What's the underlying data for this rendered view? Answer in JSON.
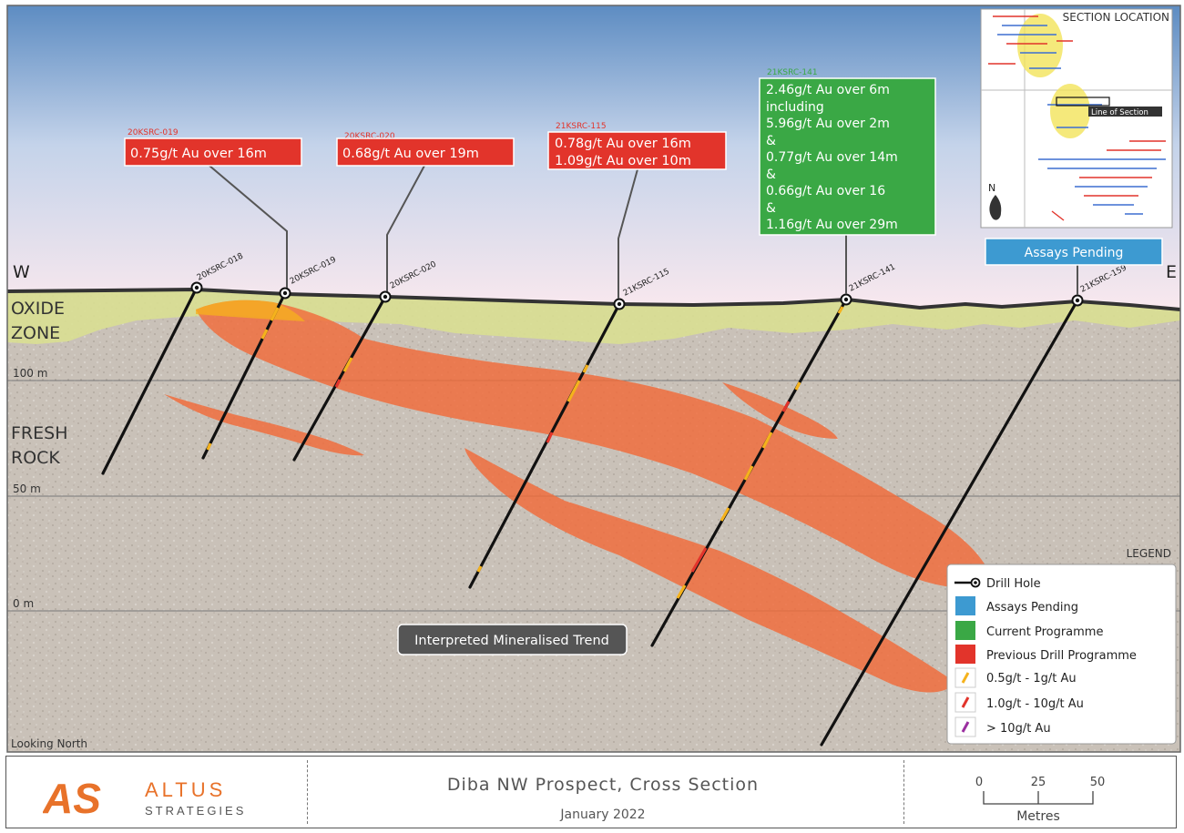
{
  "sides": {
    "west": "W",
    "east": "E"
  },
  "zones": {
    "oxide_l1": "OXIDE",
    "oxide_l2": "ZONE",
    "fresh_l1": "FRESH",
    "fresh_l2": "ROCK"
  },
  "elevations": [
    "100 m",
    "50 m",
    "0 m"
  ],
  "view_direction": "Looking North",
  "drill_holes": [
    {
      "id": "20KSRC-018"
    },
    {
      "id": "20KSRC-019"
    },
    {
      "id": "20KSRC-020"
    },
    {
      "id": "21KSRC-115"
    },
    {
      "id": "21KSRC-141"
    },
    {
      "id": "21KSRC-159"
    }
  ],
  "callouts": {
    "c019": {
      "hole": "20KSRC-019",
      "lines": [
        "0.75g/t Au over 16m"
      ]
    },
    "c020": {
      "hole": "20KSRC-020",
      "lines": [
        "0.68g/t Au over 19m"
      ]
    },
    "c115": {
      "hole": "21KSRC-115",
      "lines": [
        "0.78g/t Au over 16m",
        "1.09g/t Au over 10m"
      ]
    },
    "c141": {
      "hole": "21KSRC-141",
      "lines": [
        "2.46g/t Au over 6m",
        "including",
        "5.96g/t Au over 2m",
        "&",
        "0.77g/t Au over 14m",
        "&",
        "0.66g/t Au over 16",
        "&",
        "1.16g/t Au over 29m"
      ]
    },
    "c159": {
      "label": "Assays Pending"
    }
  },
  "trend_label": "Interpreted Mineralised Trend",
  "inset": {
    "title": "SECTION LOCATION",
    "line_label": "Line of Section",
    "north": "N"
  },
  "legend": {
    "title": "LEGEND",
    "items": [
      {
        "label": "Drill Hole",
        "symbol": "drill"
      },
      {
        "label": "Assays Pending",
        "color": "#3d9ad1"
      },
      {
        "label": "Current Programme",
        "color": "#3aa845"
      },
      {
        "label": "Previous Drill Programme",
        "color": "#e2342b"
      },
      {
        "label": "0.5g/t - 1g/t Au",
        "color": "#f5b21c",
        "symbol": "tick"
      },
      {
        "label": "1.0g/t - 10g/t Au",
        "color": "#e2342b",
        "symbol": "tick"
      },
      {
        "label": "> 10g/t Au",
        "color": "#9b2fa0",
        "symbol": "tick"
      }
    ]
  },
  "footer": {
    "brand_mark": "AS",
    "brand_name": "ALTUS",
    "brand_sub": "STRATEGIES",
    "title": "Diba NW Prospect, Cross Section",
    "date": "January 2022",
    "scale_ticks": [
      "0",
      "25",
      "50"
    ],
    "scale_unit": "Metres"
  },
  "colors": {
    "previous_programme": "#e2342b",
    "current_programme": "#3aa845",
    "assays_pending": "#3d9ad1",
    "mineralised_trend": "#f26b3a",
    "oxide": "#d9df92",
    "brand_orange": "#e8722a"
  }
}
